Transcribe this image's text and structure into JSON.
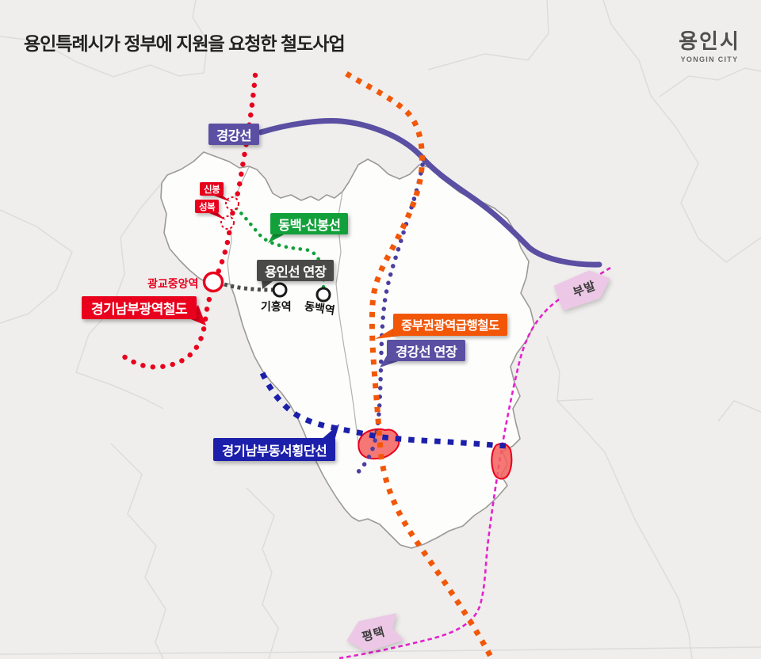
{
  "title": "용인특례시가 정부에 지원을 요청한 철도사업",
  "logo": {
    "city": "용인시",
    "city_en": "YONGIN CITY"
  },
  "lines": {
    "gyeonggang": {
      "label": "경강선"
    },
    "dongbaek_sinbong": {
      "label": "동백-신봉선"
    },
    "yongin_ext": {
      "label": "용인선 연장"
    },
    "gyeonggi_nambu": {
      "label": "경기남부광역철도"
    },
    "jungbu_express": {
      "label": "중부권광역급행철도"
    },
    "gyeonggang_ext": {
      "label": "경강선 연장"
    },
    "dongseo": {
      "label": "경기남부동서횡단선"
    }
  },
  "stations": {
    "sinbong": "신봉",
    "seongbok": "성복",
    "gwanggyo": "광교중앙역",
    "giheung": "기흥역",
    "dongbaek": "동백역"
  },
  "directions": {
    "bubal": "부발",
    "pyeongtaek": "평택"
  },
  "colors": {
    "red": "#e8001d",
    "orange": "#f25708",
    "purple": "#5a4fa2",
    "purple-deep": "#4a3f9f",
    "green": "#12a03a",
    "navy": "#1c1faa",
    "gray-badge": "#4a4a48",
    "magenta": "#e620cc",
    "pink": "#ecc8e6",
    "blob-fill": "#f4605c",
    "blob-stroke": "#e8001d"
  }
}
